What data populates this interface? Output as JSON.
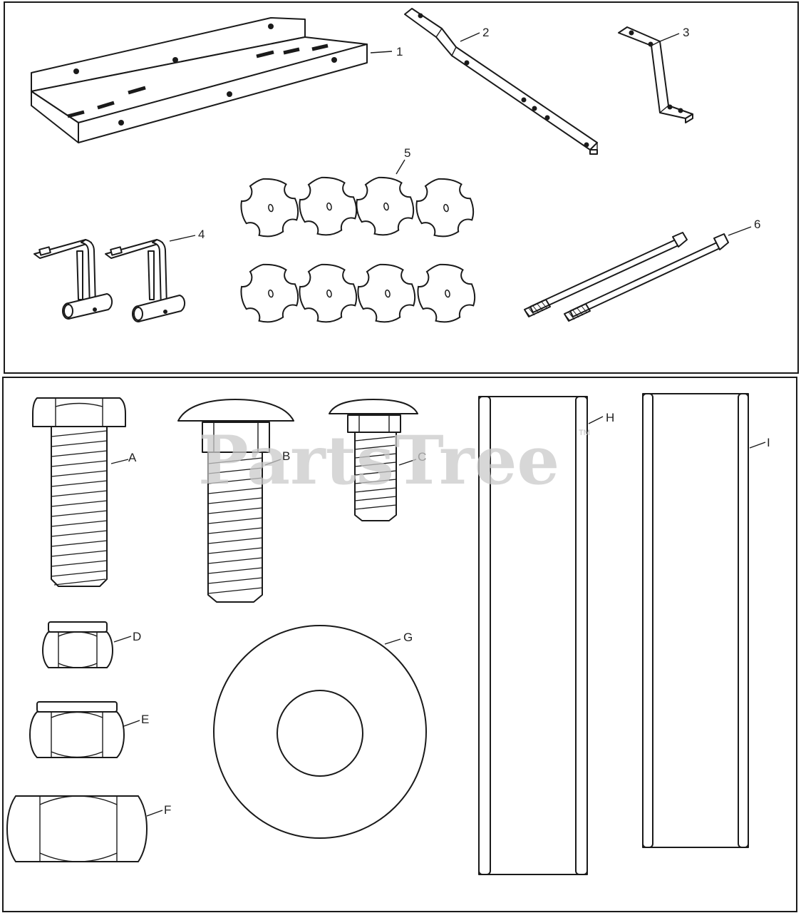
{
  "top_panel": {
    "callouts": [
      "1",
      "2",
      "3",
      "4",
      "5",
      "6"
    ]
  },
  "bottom_panel": {
    "callouts": [
      "A",
      "B",
      "C",
      "D",
      "E",
      "F",
      "G",
      "H",
      "I"
    ]
  },
  "watermark": {
    "text": "PartsTree",
    "trademark": "TM"
  }
}
